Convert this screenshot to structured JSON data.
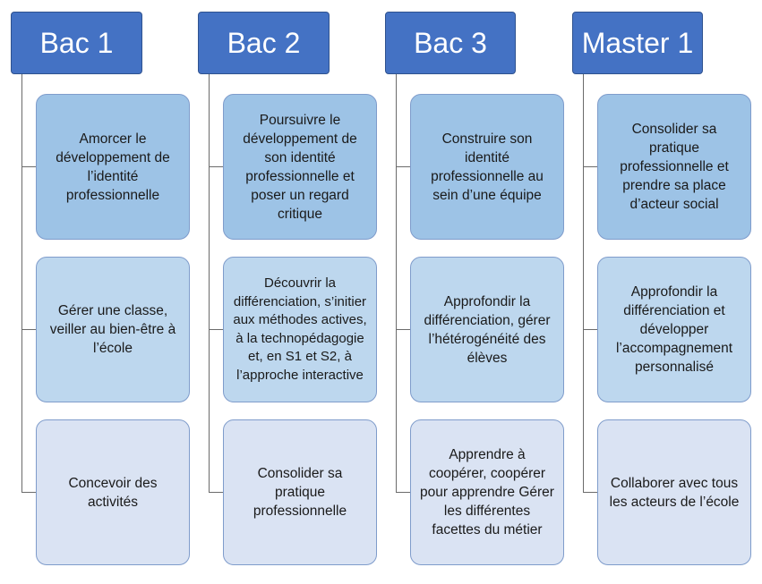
{
  "columns": [
    {
      "title": "Bac 1",
      "items": [
        "Amorcer le développement de l’identité professionnelle",
        "Gérer une classe, veiller au bien-être à l’école",
        "Concevoir des activités"
      ]
    },
    {
      "title": "Bac 2",
      "items": [
        "Poursuivre le développement de son identité professionnelle et poser un regard critique",
        "Découvrir la différenciation, s’initier aux méthodes actives, à la technopédagogie et, en S1 et S2, à l’approche interactive",
        "Consolider sa pratique professionnelle"
      ]
    },
    {
      "title": "Bac 3",
      "items": [
        "Construire son identité professionnelle au sein d’une équipe",
        "Approfondir la différenciation, gérer l’hétérogénéité des élèves",
        "Apprendre à coopérer, coopérer pour apprendre Gérer les différentes facettes du métier"
      ]
    },
    {
      "title": "Master 1",
      "items": [
        "Consolider sa pratique professionnelle et prendre sa place d’acteur social",
        "Approfondir la différenciation et développer l’accompagnement personnalisé",
        "Collaborer avec tous les acteurs de l’école"
      ]
    }
  ],
  "colors": {
    "header": "#4472c4",
    "level1": "#9dc3e6",
    "level2": "#bdd7ee",
    "level3": "#dae3f3"
  }
}
